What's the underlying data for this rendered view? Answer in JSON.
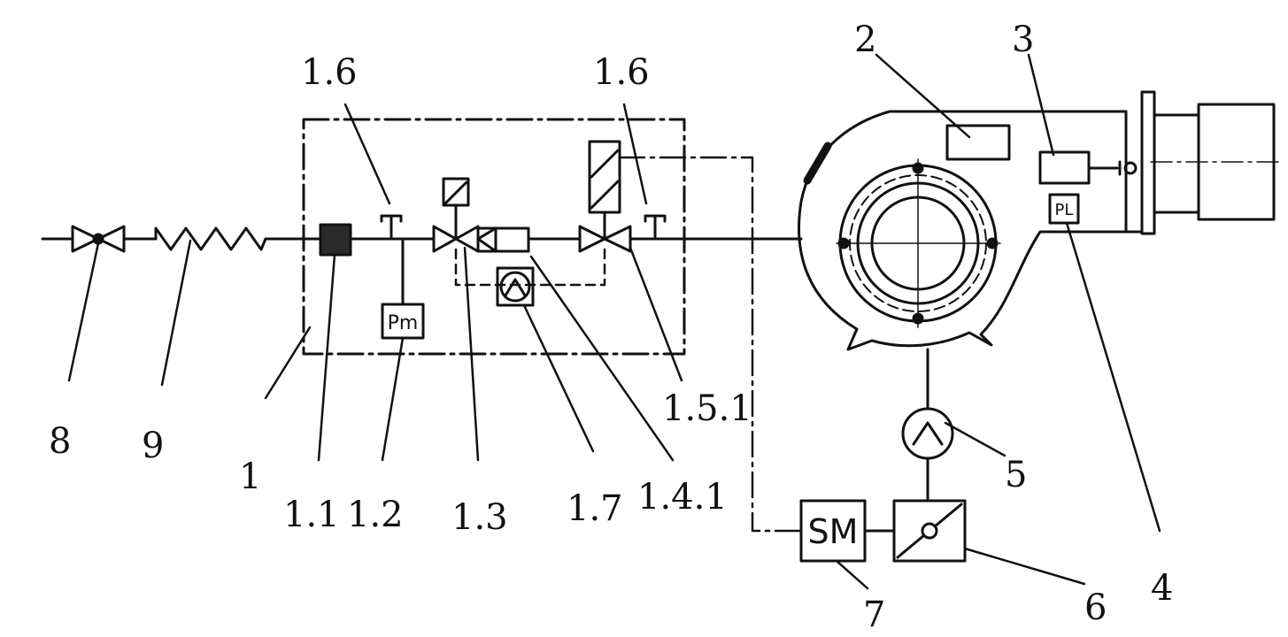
{
  "colors": {
    "ink": "#111111",
    "paper": "#ffffff",
    "filter_fill": "#2a2a2a"
  },
  "components": {
    "pressure_switch_gas": "Pm",
    "pressure_switch_air": "PL",
    "servo_motor": "SM"
  },
  "labels": {
    "gas_train": "1",
    "filter": "1.1",
    "gas_pressure_switch": "1.2",
    "solenoid_valve": "1.3",
    "pressure_regulator": "1.4.1",
    "main_valve": "1.5.1",
    "test_point_left": "1.6",
    "test_point_right": "1.6",
    "valve_proving": "1.7",
    "burner_housing": "2",
    "control_box": "3",
    "air_pressure_switch": "4",
    "fan_motor": "5",
    "air_damper": "6",
    "servo_motor": "7",
    "ball_valve": "8",
    "flex_hose": "9"
  }
}
